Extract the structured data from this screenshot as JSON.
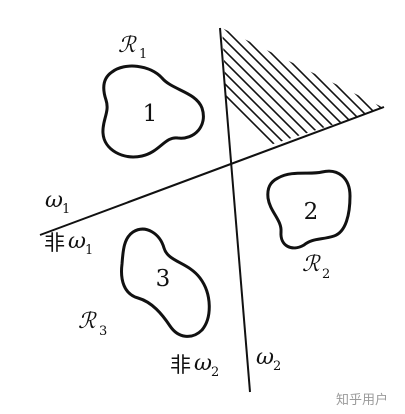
{
  "diagram": {
    "regions": [
      {
        "label": "ℛ",
        "subscript": "1",
        "class_number": "1"
      },
      {
        "label": "ℛ",
        "subscript": "2",
        "class_number": "2"
      },
      {
        "label": "ℛ",
        "subscript": "3",
        "class_number": "3"
      }
    ],
    "lines": {
      "omega1": {
        "symbol": "ω",
        "subscript": "1"
      },
      "omega2": {
        "symbol": "ω",
        "subscript": "2"
      }
    },
    "complements": {
      "non_omega1": {
        "prefix": "非",
        "symbol": "ω",
        "subscript": "1"
      },
      "non_omega2": {
        "prefix": "非",
        "symbol": "ω",
        "subscript": "2"
      }
    },
    "hatched_region": "ambiguous",
    "colors": {
      "ink": "#111111",
      "watermark": "#9a9a9a",
      "background": "#ffffff"
    }
  },
  "watermark": "知乎用户"
}
